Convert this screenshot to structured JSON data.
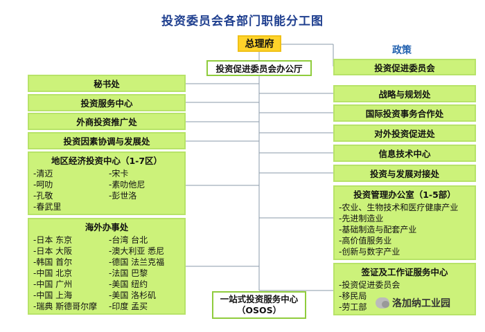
{
  "title": "投资委员会各部门职能分工图",
  "top_box": "总理府",
  "policy_label": "政策",
  "center_office": "投资促进委员会办公厅",
  "osos": {
    "line1": "一站式投资服务中心",
    "line2": "（OSOS）"
  },
  "left_boxes": [
    "秘书处",
    "投资服务中心",
    "外商投资推广处",
    "投资因素协调与发展处"
  ],
  "regional": {
    "title": "地区经济投资中心（1-7区）",
    "col1": [
      "-清迈",
      "-呵叻",
      "-孔敬",
      "-春武里"
    ],
    "col2": [
      "-宋卡",
      "-素叻他尼",
      "-彭世洛"
    ]
  },
  "overseas": {
    "title": "海外办事处",
    "col1": [
      "-日本 东京",
      "-日本 大阪",
      "-韩国 首尔",
      "-中国 北京",
      "-中国 广州",
      "-中国 上海",
      "-瑞典 斯德哥尔摩"
    ],
    "col2": [
      "-台湾 台北",
      "-澳大利亚 悉尼",
      "-德国 法兰克福",
      "-法国 巴黎",
      "-美国 纽约",
      "-美国 洛杉矶",
      "-印度 孟买"
    ]
  },
  "right_boxes": [
    "投资促进委员会",
    "战略与规划处",
    "国际投资事务合作处",
    "对外投资促进处",
    "信息技术中心",
    "投资与发展对接处"
  ],
  "investment_mgmt": {
    "title": "投资管理办公室（1-5部）",
    "items": [
      "-农业、生物技术和医疗健康产业",
      "-先进制造业",
      "-基础制造与配套产业",
      "-高价值服务业",
      "-创新与数字产业"
    ]
  },
  "visa": {
    "title": "签证及工作证服务中心",
    "items": [
      "-投资促进委员会",
      "-移民局",
      "-劳工部"
    ]
  },
  "watermark": "洛加纳工业园",
  "colors": {
    "box_green": "#ccf27a",
    "box_yellow": "#ffd32a",
    "title_blue": "#1f3f8f",
    "line_gray": "#8a9aa8"
  }
}
